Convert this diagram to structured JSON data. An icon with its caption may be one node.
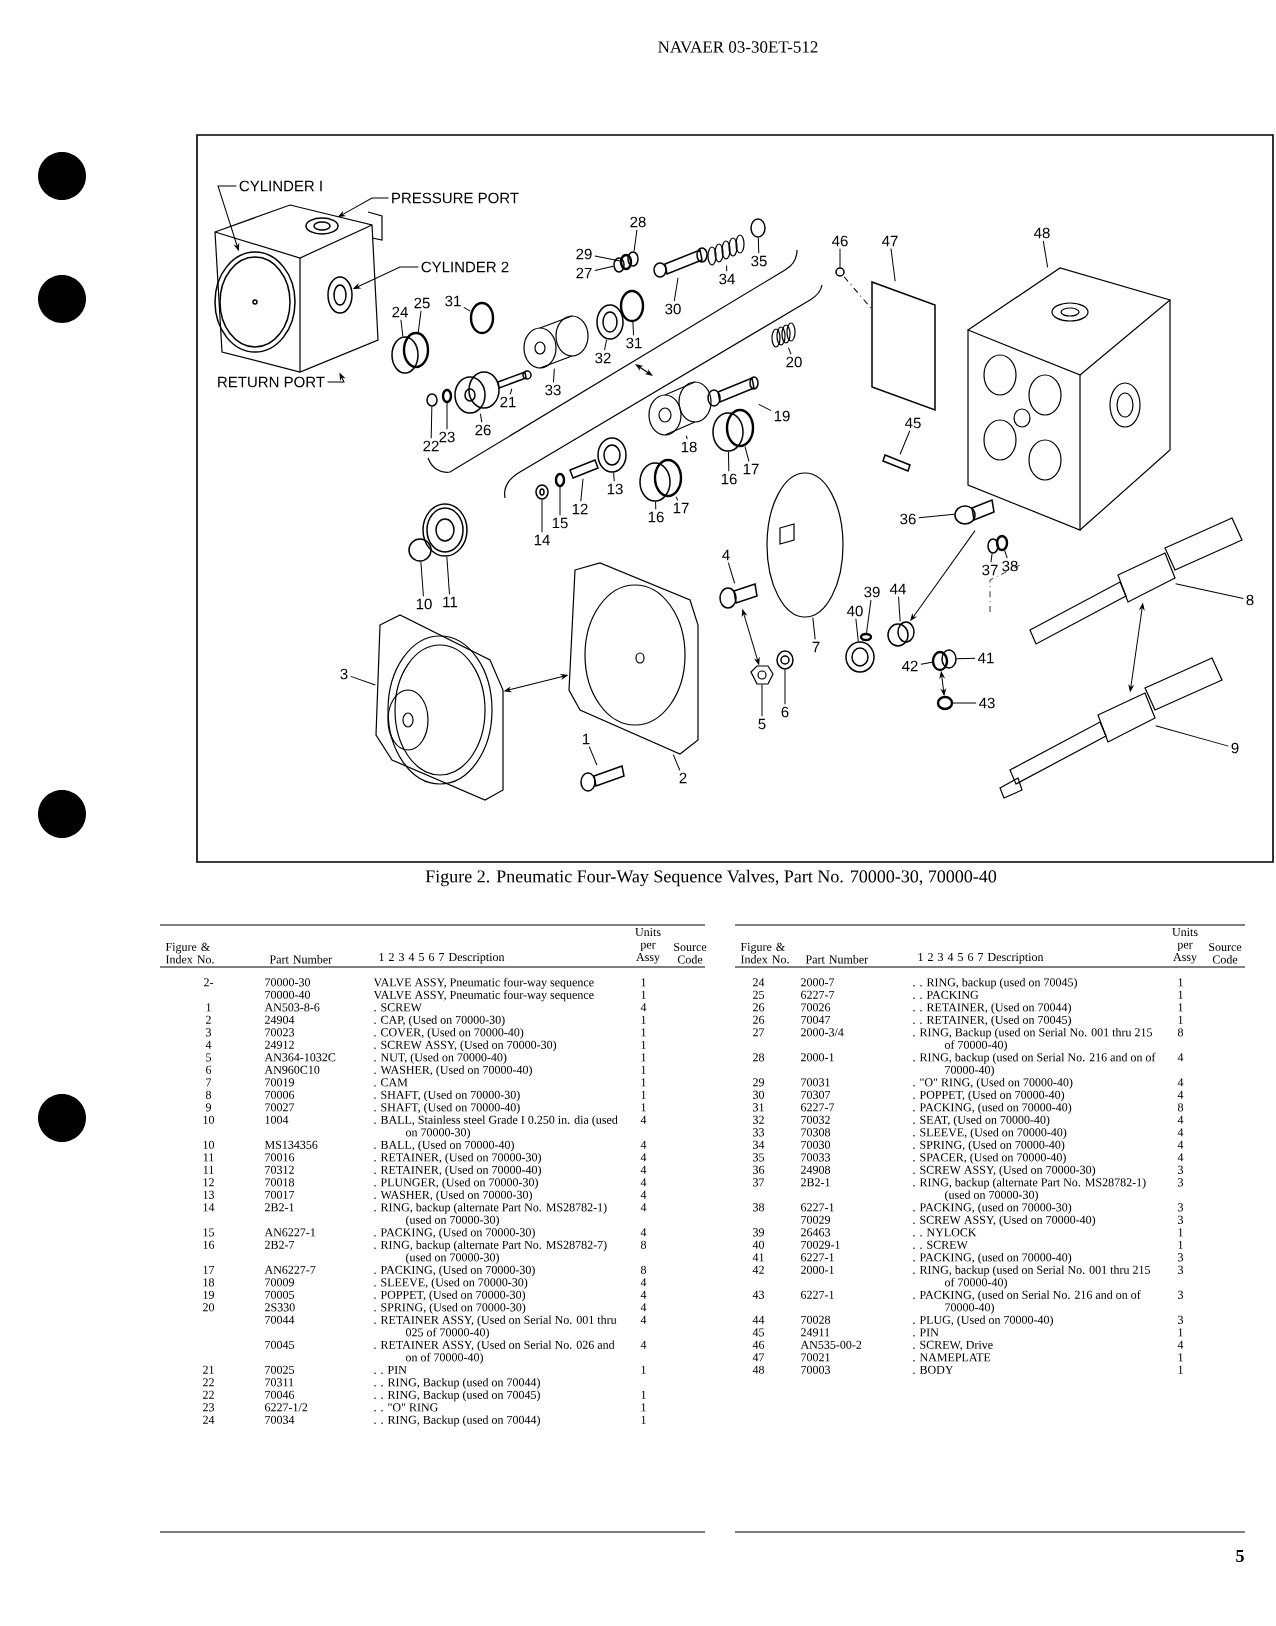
{
  "diagram": {
    "caption": "Figure 2. Pneumatic Four-Way Sequence Valves, Part No. 70000-30, 70000-40",
    "nodes": [
      {
        "text": [
          "CYLINDER I"
        ]
      },
      {
        "text": [
          "PRESSURE PORT"
        ]
      },
      {
        "text": [
          "CYLINDER 2"
        ]
      },
      {
        "text": [
          "RETURN PORT"
        ]
      },
      {
        "text": [
          "28"
        ]
      },
      {
        "text": [
          "46"
        ]
      },
      {
        "text": [
          "47"
        ]
      },
      {
        "text": [
          "48"
        ]
      },
      {
        "text": [
          "29"
        ]
      },
      {
        "text": [
          "35"
        ]
      },
      {
        "text": [
          "27"
        ]
      },
      {
        "text": [
          "34"
        ]
      },
      {
        "text": [
          "31"
        ]
      },
      {
        "text": [
          "25"
        ]
      },
      {
        "text": [
          "24"
        ]
      },
      {
        "text": [
          "30"
        ]
      },
      {
        "text": [
          "31"
        ]
      },
      {
        "text": [
          "32"
        ]
      },
      {
        "text": [
          "20"
        ]
      },
      {
        "text": [
          "33"
        ]
      },
      {
        "text": [
          "21"
        ]
      },
      {
        "text": [
          "19"
        ]
      },
      {
        "text": [
          "26"
        ]
      },
      {
        "text": [
          "45"
        ]
      },
      {
        "text": [
          "23"
        ]
      },
      {
        "text": [
          "22"
        ]
      },
      {
        "text": [
          "18"
        ]
      },
      {
        "text": [
          "17"
        ]
      },
      {
        "text": [
          "16"
        ]
      },
      {
        "text": [
          "13"
        ]
      },
      {
        "text": [
          "17"
        ]
      },
      {
        "text": [
          "12"
        ]
      },
      {
        "text": [
          "16"
        ]
      },
      {
        "text": [
          "36"
        ]
      },
      {
        "text": [
          "15"
        ]
      },
      {
        "text": [
          "37"
        ]
      },
      {
        "text": [
          "38"
        ]
      },
      {
        "text": [
          "14"
        ]
      },
      {
        "text": [
          "4"
        ]
      },
      {
        "text": [
          "44"
        ]
      },
      {
        "text": [
          "39"
        ]
      },
      {
        "text": [
          "8"
        ]
      },
      {
        "text": [
          "11"
        ]
      },
      {
        "text": [
          "10"
        ]
      },
      {
        "text": [
          "40"
        ]
      },
      {
        "text": [
          "7"
        ]
      },
      {
        "text": [
          "41"
        ]
      },
      {
        "text": [
          "42"
        ]
      },
      {
        "text": [
          "3"
        ]
      },
      {
        "text": [
          "6"
        ]
      },
      {
        "text": [
          "43"
        ]
      },
      {
        "text": [
          "5"
        ]
      },
      {
        "text": [
          "1"
        ]
      },
      {
        "text": [
          "9"
        ]
      },
      {
        "text": [
          "2"
        ]
      },
      {
        "text": [],
        "shape": "picture"
      },
      {
        "text": [],
        "shape": "circle",
        "in": 55
      },
      {
        "text": [],
        "shape": "circle",
        "in": 55
      },
      {
        "text": [],
        "shape": "circle",
        "in": 55
      },
      {
        "text": [],
        "shape": "circle"
      },
      {
        "text": [],
        "shape": "circle"
      },
      {
        "text": [],
        "shape": "circle"
      },
      {
        "text": [],
        "shape": "picture"
      },
      {
        "text": [],
        "shape": "circle"
      },
      {
        "text": [],
        "shape": "circle"
      },
      {
        "text": [],
        "shape": "circle"
      },
      {
        "text": [],
        "shape": "box"
      },
      {
        "text": [],
        "shape": "circle"
      },
      {
        "text": [],
        "shape": "circle"
      },
      {
        "text": [],
        "shape": "circle"
      },
      {
        "text": [],
        "shape": "circle"
      },
      {
        "text": [],
        "shape": "circle"
      },
      {
        "text": [],
        "shape": "box"
      },
      {
        "text": [],
        "shape": "picture"
      },
      {
        "text": [],
        "shape": "circle"
      },
      {
        "text": [],
        "shape": "circle"
      },
      {
        "text": [],
        "shape": "circle"
      },
      {
        "text": [],
        "shape": "box"
      },
      {
        "text": [],
        "shape": "circle"
      },
      {
        "text": [],
        "shape": "circle"
      },
      {
        "text": [],
        "shape": "circle"
      },
      {
        "text": [],
        "shape": "picture"
      },
      {
        "text": [],
        "shape": "circle"
      },
      {
        "text": [],
        "shape": "circle"
      },
      {
        "text": [],
        "shape": "box"
      },
      {
        "text": [],
        "shape": "picture"
      },
      {
        "text": [],
        "shape": "circle"
      },
      {
        "text": [],
        "shape": "circle"
      },
      {
        "text": [],
        "shape": "picture"
      },
      {
        "text": [],
        "shape": "picture"
      },
      {
        "text": [],
        "shape": "box"
      },
      {
        "text": [],
        "shape": "box"
      },
      {
        "text": [],
        "shape": "picture"
      },
      {
        "text": [],
        "shape": "circle"
      },
      {
        "text": [],
        "shape": "picture"
      },
      {
        "text": [],
        "shape": "circle"
      },
      {
        "text": [],
        "shape": "box"
      },
      {
        "text": [],
        "shape": "picture"
      },
      {
        "text": [],
        "shape": "box"
      },
      {
        "text": [],
        "shape": "box"
      },
      {
        "text": [],
        "shape": "circle"
      },
      {
        "text": [],
        "shape": "circle"
      },
      {
        "text": [],
        "shape": "circle"
      },
      {
        "text": [],
        "shape": "circle"
      },
      {
        "text": [],
        "shape": "circle"
      },
      {
        "text": [],
        "shape": "circle"
      },
      {
        "text": [],
        "shape": "circle"
      },
      {
        "text": [],
        "shape": "circle"
      },
      {
        "text": [],
        "shape": "picture"
      },
      {
        "text": [],
        "shape": "picture"
      }
    ],
    "edges": [
      {
        "from": 0,
        "to": 56,
        "arrow": "to"
      },
      {
        "from": 1,
        "to": 57,
        "arrow": "to"
      },
      {
        "from": 2,
        "to": 58,
        "arrow": "to"
      },
      {
        "from": 3,
        "to": 55,
        "arrow": "to"
      },
      {
        "from": 4,
        "to": 71,
        "arrow": "none"
      },
      {
        "from": 5,
        "to": 95,
        "arrow": "none"
      },
      {
        "from": 6,
        "to": 96,
        "arrow": "none"
      },
      {
        "from": 7,
        "to": 97,
        "arrow": "none"
      },
      {
        "from": 8,
        "to": 70,
        "arrow": "none"
      },
      {
        "from": 9,
        "to": 74,
        "arrow": "none"
      },
      {
        "from": 10,
        "to": 69,
        "arrow": "none"
      },
      {
        "from": 11,
        "to": 73,
        "arrow": "none"
      },
      {
        "from": 12,
        "to": 61,
        "arrow": "none"
      },
      {
        "from": 13,
        "to": 60,
        "arrow": "none"
      },
      {
        "from": 14,
        "to": 59,
        "arrow": "none"
      },
      {
        "from": 15,
        "to": 72,
        "arrow": "none"
      },
      {
        "from": 16,
        "to": 64,
        "arrow": "none"
      },
      {
        "from": 17,
        "to": 63,
        "arrow": "none"
      },
      {
        "from": 18,
        "to": 85,
        "arrow": "none"
      },
      {
        "from": 19,
        "to": 62,
        "arrow": "none"
      },
      {
        "from": 20,
        "to": 66,
        "arrow": "none"
      },
      {
        "from": 21,
        "to": 84,
        "arrow": "none"
      },
      {
        "from": 22,
        "to": 65,
        "arrow": "none"
      },
      {
        "from": 23,
        "to": 98,
        "arrow": "none"
      },
      {
        "from": 24,
        "to": 68,
        "arrow": "none"
      },
      {
        "from": 25,
        "to": 67,
        "arrow": "none"
      },
      {
        "from": 26,
        "to": 81,
        "arrow": "none"
      },
      {
        "from": 27,
        "to": 83,
        "arrow": "none"
      },
      {
        "from": 28,
        "to": 82,
        "arrow": "none"
      },
      {
        "from": 29,
        "to": 78,
        "arrow": "none"
      },
      {
        "from": 30,
        "to": 80,
        "arrow": "none"
      },
      {
        "from": 31,
        "to": 77,
        "arrow": "none"
      },
      {
        "from": 32,
        "to": 79,
        "arrow": "none"
      },
      {
        "from": 33,
        "to": 99,
        "arrow": "none"
      },
      {
        "from": 34,
        "to": 76,
        "arrow": "none"
      },
      {
        "from": 35,
        "to": 100,
        "arrow": "none"
      },
      {
        "from": 36,
        "to": 101,
        "arrow": "none"
      },
      {
        "from": 37,
        "to": 75,
        "arrow": "none"
      },
      {
        "from": 38,
        "to": 91,
        "arrow": "none"
      },
      {
        "from": 39,
        "to": 104,
        "arrow": "none"
      },
      {
        "from": 40,
        "to": 102,
        "arrow": "none"
      },
      {
        "from": 41,
        "to": 108,
        "arrow": "none"
      },
      {
        "from": 42,
        "to": 86,
        "arrow": "none"
      },
      {
        "from": 43,
        "to": 87,
        "arrow": "none"
      },
      {
        "from": 44,
        "to": 103,
        "arrow": "none"
      },
      {
        "from": 45,
        "to": 94,
        "arrow": "none"
      },
      {
        "from": 46,
        "to": 106,
        "arrow": "none"
      },
      {
        "from": 47,
        "to": 105,
        "arrow": "none"
      },
      {
        "from": 48,
        "to": 88,
        "arrow": "none"
      },
      {
        "from": 49,
        "to": 93,
        "arrow": "none"
      },
      {
        "from": 50,
        "to": 107,
        "arrow": "none"
      },
      {
        "from": 51,
        "to": 92,
        "arrow": "none"
      },
      {
        "from": 52,
        "to": 90,
        "arrow": "none"
      },
      {
        "from": 53,
        "to": 109,
        "arrow": "none"
      },
      {
        "from": 54,
        "to": 89,
        "arrow": "none"
      },
      {
        "from": 88,
        "to": 89,
        "arrow": "both"
      },
      {
        "from": 91,
        "to": 92,
        "arrow": "both"
      },
      {
        "from": 97,
        "to": 104,
        "arrow": "to"
      },
      {
        "from": 105,
        "to": 107,
        "arrow": "both"
      },
      {
        "from": 108,
        "to": 109,
        "arrow": "both"
      },
      {
        "from": 95,
        "to": 96,
        "arrow": "none",
        "style": "dashed"
      }
    ],
    "labels": [
      "NAVAER 03-30ET-512",
      "Figure & Index No.",
      "Part Number",
      "1 2 3 4 5 6 7 Description",
      "Units per Assy",
      "Source Code",
      "2-",
      "70000-30",
      "VALVE ASSY, Pneumatic four-way sequence",
      "1",
      "70000-40",
      "VALVE ASSY, Pneumatic four-way sequence",
      "1",
      "1",
      "AN503-8-6",
      ". SCREW",
      "4",
      "2",
      "24904",
      ". CAP, (Used on 70000-30)",
      "1",
      "3",
      "70023",
      ". COVER, (Used on 70000-40)",
      "1",
      "4",
      "24912",
      ". SCREW ASSY, (Used on 70000-30)",
      "1",
      "5",
      "AN364-1032C",
      ". NUT, (Used on 70000-40)",
      "1",
      "6",
      "AN960C10",
      ". WASHER, (Used on 70000-40)",
      "1",
      "7",
      "70019",
      ". CAM",
      "1",
      "8",
      "70006",
      ". SHAFT, (Used on 70000-30)",
      "1",
      "9",
      "70027",
      ". SHAFT, (Used on 70000-40)",
      "1",
      "10",
      "1004",
      ". BALL, Stainless steel Grade I 0.250 in. dia (used on 70000-30)",
      "4",
      "10",
      "MS134356",
      ". BALL, (Used on 70000-40)",
      "4",
      "11",
      "70016",
      ". RETAINER, (Used on 70000-30)",
      "4",
      "11",
      "70312",
      ". RETAINER, (Used on 70000-40)",
      "4",
      "12",
      "70018",
      ". PLUNGER, (Used on 70000-30)",
      "4",
      "13",
      "70017",
      ". WASHER, (Used on 70000-30)",
      "4",
      "14",
      "2B2-1",
      ". RING, backup (alternate Part No. MS28782-1) (used on 70000-30)",
      "4",
      "15",
      "AN6227-1",
      ". PACKING, (Used on 70000-30)",
      "4",
      "16",
      "2B2-7",
      ". RING, backup (alternate Part No. MS28782-7) (used on 70000-30)",
      "8",
      "17",
      "AN6227-7",
      ". PACKING, (Used on 70000-30)",
      "8",
      "18",
      "70009",
      ". SLEEVE, (Used on 70000-30)",
      "4",
      "19",
      "70005",
      ". POPPET, (Used on 70000-30)",
      "4",
      "20",
      "2S330",
      ". SPRING, (Used on 70000-30)",
      "4",
      "70044",
      ". RETAINER ASSY, (Used on Serial No. 001 thru 025 of 70000-40)",
      "4",
      "70045",
      ". RETAINER ASSY, (Used on Serial No. 026 and on of 70000-40)",
      "4",
      "21",
      "70025",
      ". . PIN",
      "1",
      "22",
      "70311",
      ". . RING, Backup (used on 70044)",
      "22",
      "70046",
      ". . RING, Backup (used on 70045)",
      "1",
      "23",
      "6227-1/2",
      ". . \"O\" RING",
      "1",
      "24",
      "70034",
      ". . RING, Backup (used on 70044)",
      "1",
      "Figure & Index No.",
      "Part Number",
      "1 2 3 4 5 6 7 Description",
      "Units per Assy",
      "Source Code",
      "24",
      "2000-7",
      ". . RING, backup (used on 70045)",
      "1",
      "25",
      "6227-7",
      ". . PACKING",
      "1",
      "26",
      "70026",
      ". . RETAINER, (Used on 70044)",
      "1",
      "26",
      "70047",
      ". . RETAINER, (Used on 70045)",
      "1",
      "27",
      "2000-3/4",
      ". RING, Backup (used on Serial No. 001 thru 215 of 70000-40)",
      "8",
      "28",
      "2000-1",
      ". RING, backup (used on Serial No. 216 and on of 70000-40)",
      "4",
      "29",
      "70031",
      ". \"O\" RING, (Used on 70000-40)",
      "4",
      "30",
      "70307",
      ". POPPET, (Used on 70000-40)",
      "4",
      "31",
      "6227-7",
      ". PACKING, (used on 70000-40)",
      "8",
      "32",
      "70032",
      ". SEAT, (Used on 70000-40)",
      "4",
      "33",
      "70308",
      ". SLEEVE, (Used on 70000-40)",
      "4",
      "34",
      "70030",
      ". SPRING, (Used on 70000-40)",
      "4",
      "35",
      "70033",
      ". SPACER, (Used on 70000-40)",
      "4",
      "36",
      "24908",
      ". SCREW ASSY, (Used on 70000-30)",
      "3",
      "37",
      "2B2-1",
      ". RING, backup (alternate Part No. MS28782-1) (used on 70000-30)",
      "3",
      "38",
      "6227-1",
      ". PACKING, (used on 70000-30)",
      "3",
      "70029",
      ". SCREW ASSY, (Used on 70000-40)",
      "3",
      "39",
      "26463",
      ". . NYLOCK",
      "1",
      "40",
      "70029-1",
      ". . SCREW",
      "1",
      "41",
      "6227-1",
      ". PACKING, (used on 70000-40)",
      "3",
      "42",
      "2000-1",
      ". RING, backup (used on Serial No. 001 thru 215 of 70000-40)",
      "3",
      "43",
      "6227-1",
      ". PACKING, (used on Serial No. 216 and on of 70000-40)",
      "3",
      "44",
      "70028",
      ". PLUG, (Used on 70000-40)",
      "3",
      "45",
      "24911",
      ". PIN",
      "1",
      "46",
      "AN535-00-2",
      ". SCREW, Drive",
      "4",
      "47",
      "70021",
      ". NAMEPLATE",
      "1",
      "48",
      "70003",
      ". BODY",
      "1",
      "5"
    ]
  }
}
